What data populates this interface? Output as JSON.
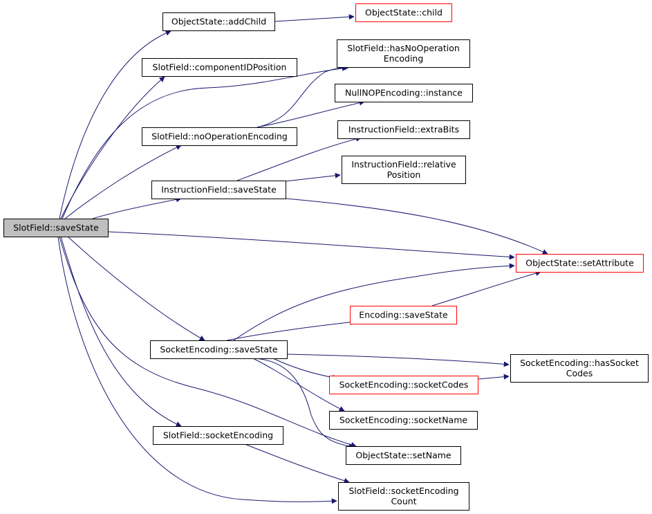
{
  "graph": {
    "edge_color": "#191970",
    "root_fill": "#bfbfbf",
    "highlight_border": "#ff0000",
    "nodes": [
      {
        "id": "root",
        "lines": [
          "SlotField::saveState"
        ],
        "style": "root"
      },
      {
        "id": "addChild",
        "lines": [
          "ObjectState::addChild"
        ],
        "style": "normal"
      },
      {
        "id": "child",
        "lines": [
          "ObjectState::child"
        ],
        "style": "red"
      },
      {
        "id": "compIDPos",
        "lines": [
          "SlotField::componentIDPosition"
        ],
        "style": "normal"
      },
      {
        "id": "hasNoOp",
        "lines": [
          "SlotField::hasNoOperation",
          "Encoding"
        ],
        "style": "normal"
      },
      {
        "id": "nullNop",
        "lines": [
          "NullNOPEncoding::instance"
        ],
        "style": "normal"
      },
      {
        "id": "noOpEnc",
        "lines": [
          "SlotField::noOperationEncoding"
        ],
        "style": "normal"
      },
      {
        "id": "extraBits",
        "lines": [
          "InstructionField::extraBits"
        ],
        "style": "normal"
      },
      {
        "id": "relPos",
        "lines": [
          "InstructionField::relative",
          "Position"
        ],
        "style": "normal"
      },
      {
        "id": "ifSave",
        "lines": [
          "InstructionField::saveState"
        ],
        "style": "normal"
      },
      {
        "id": "setAttr",
        "lines": [
          "ObjectState::setAttribute"
        ],
        "style": "red"
      },
      {
        "id": "encSave",
        "lines": [
          "Encoding::saveState"
        ],
        "style": "red"
      },
      {
        "id": "seSave",
        "lines": [
          "SocketEncoding::saveState"
        ],
        "style": "normal"
      },
      {
        "id": "hasSockCodes",
        "lines": [
          "SocketEncoding::hasSocket",
          "Codes"
        ],
        "style": "normal"
      },
      {
        "id": "sockCodes",
        "lines": [
          "SocketEncoding::socketCodes"
        ],
        "style": "red"
      },
      {
        "id": "sockName",
        "lines": [
          "SocketEncoding::socketName"
        ],
        "style": "normal"
      },
      {
        "id": "sfSockEnc",
        "lines": [
          "SlotField::socketEncoding"
        ],
        "style": "normal"
      },
      {
        "id": "setName",
        "lines": [
          "ObjectState::setName"
        ],
        "style": "normal"
      },
      {
        "id": "sockEncCount",
        "lines": [
          "SlotField::socketEncoding",
          "Count"
        ],
        "style": "normal"
      }
    ],
    "edges": [
      {
        "from": "root",
        "to": "addChild"
      },
      {
        "from": "root",
        "to": "compIDPos"
      },
      {
        "from": "root",
        "to": "hasNoOp"
      },
      {
        "from": "root",
        "to": "noOpEnc"
      },
      {
        "from": "root",
        "to": "ifSave"
      },
      {
        "from": "root",
        "to": "setAttr"
      },
      {
        "from": "root",
        "to": "seSave"
      },
      {
        "from": "root",
        "to": "sfSockEnc"
      },
      {
        "from": "root",
        "to": "setName"
      },
      {
        "from": "root",
        "to": "sockEncCount"
      },
      {
        "from": "addChild",
        "to": "child"
      },
      {
        "from": "noOpEnc",
        "to": "hasNoOp"
      },
      {
        "from": "noOpEnc",
        "to": "nullNop"
      },
      {
        "from": "ifSave",
        "to": "extraBits"
      },
      {
        "from": "ifSave",
        "to": "relPos"
      },
      {
        "from": "ifSave",
        "to": "setAttr"
      },
      {
        "from": "seSave",
        "to": "setAttr"
      },
      {
        "from": "seSave",
        "to": "encSave"
      },
      {
        "from": "seSave",
        "to": "hasSockCodes"
      },
      {
        "from": "seSave",
        "to": "sockCodes"
      },
      {
        "from": "seSave",
        "to": "sockName"
      },
      {
        "from": "seSave",
        "to": "setName"
      },
      {
        "from": "encSave",
        "to": "setAttr"
      },
      {
        "from": "sockCodes",
        "to": "hasSockCodes"
      },
      {
        "from": "sfSockEnc",
        "to": "sockEncCount"
      }
    ]
  }
}
